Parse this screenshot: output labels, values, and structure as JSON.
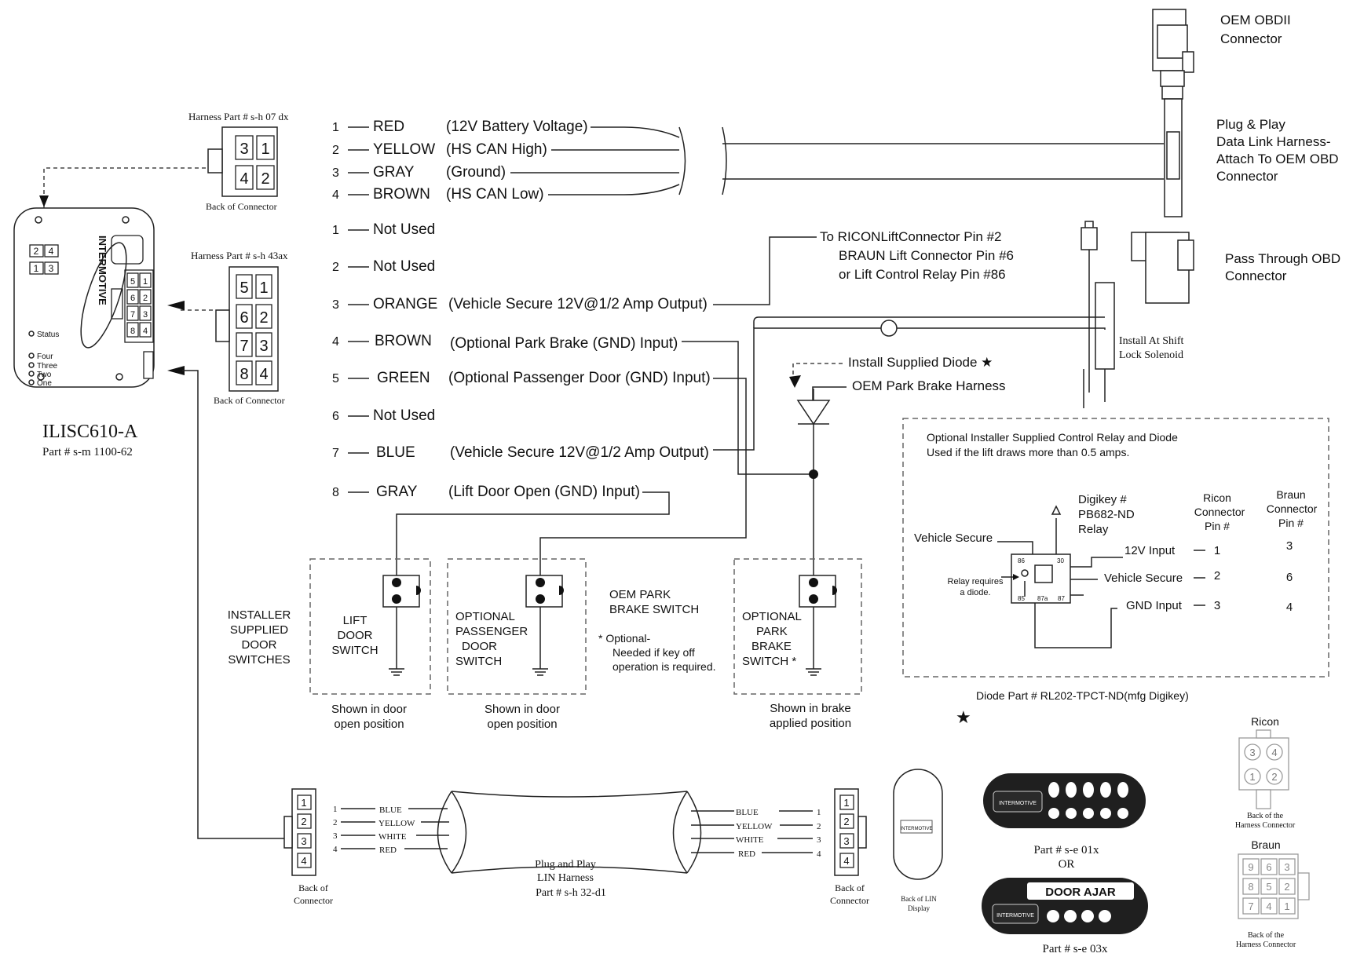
{
  "obd": {
    "oem_label": [
      "OEM OBDII",
      "Connector"
    ],
    "plug_play_label": [
      "Plug & Play",
      "Data Link Harness-",
      "Attach To OEM OBD",
      "Connector"
    ],
    "pass_through_label": [
      "Pass Through OBD",
      "Connector"
    ],
    "shift_lock_label": [
      "Install At Shift",
      "Lock Solenoid"
    ]
  },
  "harness1": {
    "part_label": "Harness Part # s-h 07 dx",
    "back_label": "Back of Connector",
    "pins": [
      "3",
      "1",
      "4",
      "2"
    ],
    "wires": [
      {
        "num": "1",
        "color": "RED",
        "desc": "(12V Battery Voltage)"
      },
      {
        "num": "2",
        "color": "YELLOW",
        "desc": "(HS CAN High)"
      },
      {
        "num": "3",
        "color": "GRAY",
        "desc": "(Ground)"
      },
      {
        "num": "4",
        "color": "BROWN",
        "desc": "(HS CAN Low)"
      }
    ]
  },
  "harness2": {
    "part_label": "Harness Part # s-h 43ax",
    "back_label": "Back of Connector",
    "pins": [
      "5",
      "1",
      "6",
      "2",
      "7",
      "3",
      "8",
      "4"
    ],
    "wires": [
      {
        "num": "1",
        "color": "Not Used",
        "desc": ""
      },
      {
        "num": "2",
        "color": "Not Used",
        "desc": ""
      },
      {
        "num": "3",
        "color": "ORANGE",
        "desc": "(Vehicle Secure 12V@1/2 Amp Output)"
      },
      {
        "num": "4",
        "color": "BROWN",
        "desc": "(Optional Park Brake (GND) Input)"
      },
      {
        "num": "5",
        "color": "GREEN",
        "desc": "(Optional Passenger Door (GND) Input)"
      },
      {
        "num": "6",
        "color": "Not Used",
        "desc": ""
      },
      {
        "num": "7",
        "color": "BLUE",
        "desc": "(Vehicle Secure 12V@1/2 Amp Output)"
      },
      {
        "num": "8",
        "color": "GRAY",
        "desc": "(Lift Door Open (GND) Input)"
      }
    ]
  },
  "module": {
    "brand": "INTERMOTIVE",
    "name": "ILISC610-A",
    "part": "Part # s-m 1100-62",
    "pins_a": [
      "2",
      "4",
      "1",
      "3"
    ],
    "pins_b": [
      "5",
      "1",
      "6",
      "2",
      "7",
      "3",
      "8",
      "4"
    ],
    "leds": [
      "Status",
      "Four",
      "Three",
      "Two",
      "One"
    ]
  },
  "ricon_note": [
    "To RICONLiftConnector Pin #2",
    "BRAUN Lift Connector Pin #6",
    "or Lift Control Relay Pin #86"
  ],
  "diode_note": "Install Supplied Diode ★",
  "park_harness_note": "OEM Park Brake Harness",
  "switches": {
    "installer_label": [
      "INSTALLER",
      "SUPPLIED",
      "DOOR",
      "SWITCHES"
    ],
    "lift_door": {
      "label": [
        "LIFT",
        "DOOR",
        "SWITCH"
      ],
      "caption": [
        "Shown in door",
        "open position"
      ]
    },
    "passenger_door": {
      "label": [
        "OPTIONAL",
        "PASSENGER",
        "DOOR",
        "SWITCH"
      ],
      "caption": [
        "Shown in door",
        "open position"
      ]
    },
    "oem_park_label": [
      "OEM PARK",
      "BRAKE SWITCH"
    ],
    "oem_park_note": [
      "* Optional-",
      "Needed if key off",
      "operation is required."
    ],
    "park_brake": {
      "label": [
        "OPTIONAL",
        "PARK",
        "BRAKE",
        "SWITCH *"
      ],
      "caption": [
        "Shown in brake",
        "applied position"
      ]
    }
  },
  "relay_box": {
    "title": [
      "Optional Installer Supplied Control Relay and Diode",
      "Used if the lift draws more than 0.5 amps."
    ],
    "digikey": [
      "Digikey #",
      "PB682-ND",
      "Relay"
    ],
    "vehicle_secure": "Vehicle Secure",
    "relay_note": [
      "Relay requires",
      "a diode."
    ],
    "ricon_header": [
      "Ricon",
      "Connector",
      "Pin #"
    ],
    "braun_header": [
      "Braun",
      "Connector",
      "Pin #"
    ],
    "terminals": [
      "86",
      "30",
      "85",
      "87a",
      "87"
    ],
    "rows": [
      {
        "label": "12V Input",
        "ricon": "1",
        "braun": "3"
      },
      {
        "label": "Vehicle Secure",
        "ricon": "2",
        "braun": "6"
      },
      {
        "label": "GND Input",
        "ricon": "3",
        "braun": "4"
      }
    ],
    "diode_part": "Diode Part #  RL202-TPCT-ND(mfg Digikey)"
  },
  "star": "★",
  "lin": {
    "left_pins": [
      "1",
      "2",
      "3",
      "4"
    ],
    "right_pins": [
      "1",
      "2",
      "3",
      "4"
    ],
    "colors": [
      "BLUE",
      "YELLOW",
      "WHITE",
      "RED"
    ],
    "back_left": [
      "Back of",
      "Connector"
    ],
    "back_right": [
      "Back of",
      "Connector"
    ],
    "harness_label": [
      "Plug and Play",
      "LIN Harness",
      "Part # s-h 32-d1"
    ],
    "display_back": [
      "Back of LIN",
      "Display"
    ],
    "display_brand": "INTERMOTIVE"
  },
  "panels": {
    "part1": [
      "Part # s-e 01x",
      "OR"
    ],
    "door_ajar": "DOOR AJAR",
    "part2": "Part # s-e  03x",
    "brand": "INTERMOTIVE"
  },
  "ricon_conn": {
    "title": "Ricon",
    "pins": [
      "3",
      "4",
      "1",
      "2"
    ],
    "caption": [
      "Back of the",
      "Harness Connector"
    ]
  },
  "braun_conn": {
    "title": "Braun",
    "pins": [
      "9",
      "6",
      "3",
      "8",
      "5",
      "2",
      "7",
      "4",
      "1"
    ],
    "caption": [
      "Back of the",
      "Harness Connector"
    ]
  }
}
